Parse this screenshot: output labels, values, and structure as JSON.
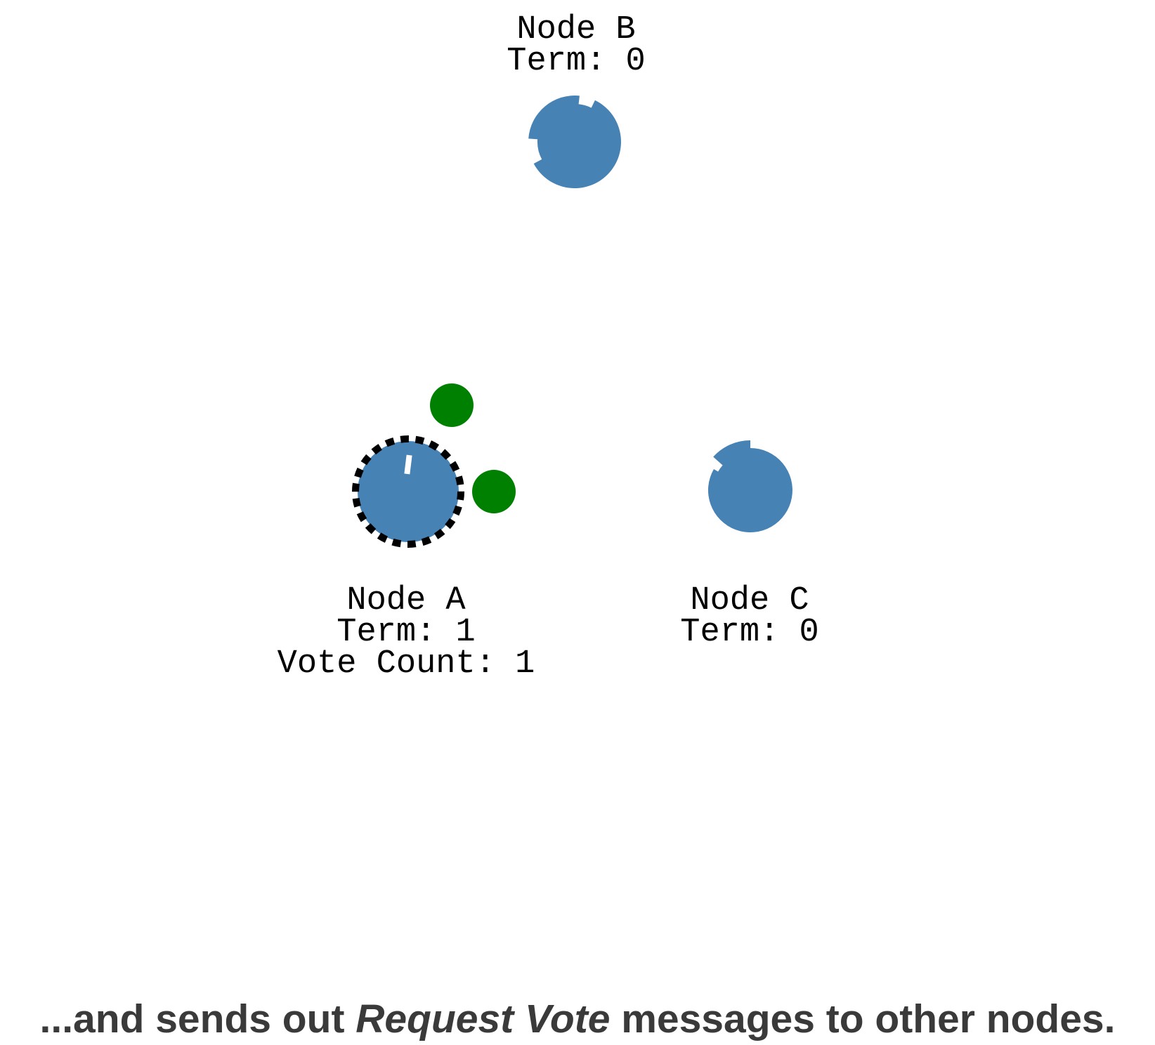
{
  "palette": {
    "background": "#FFFFFF",
    "node_fill": "#4682B4",
    "message_fill": "#008000",
    "candidate_ring": "#000000",
    "timer_tick": "#FFFFFF",
    "label_color": "#000000",
    "caption_color": "#3A3A3A"
  },
  "nodes": [
    {
      "id": "node-b",
      "name": "Node B",
      "term": 0,
      "state": "follower",
      "label_lines": [
        "Node B",
        "Term: 0"
      ]
    },
    {
      "id": "node-a",
      "name": "Node A",
      "term": 1,
      "vote_count": 1,
      "state": "candidate",
      "label_lines": [
        "Node A",
        "Term: 1",
        "Vote Count: 1"
      ]
    },
    {
      "id": "node-c",
      "name": "Node C",
      "term": 0,
      "state": "follower",
      "label_lines": [
        "Node C",
        "Term: 0"
      ]
    }
  ],
  "messages": [
    {
      "id": "request-vote-message-1",
      "kind": "request-vote"
    },
    {
      "id": "request-vote-message-2",
      "kind": "request-vote"
    }
  ],
  "caption": {
    "prefix": "...and sends out ",
    "emphasis": "Request Vote",
    "suffix": " messages to other nodes."
  }
}
